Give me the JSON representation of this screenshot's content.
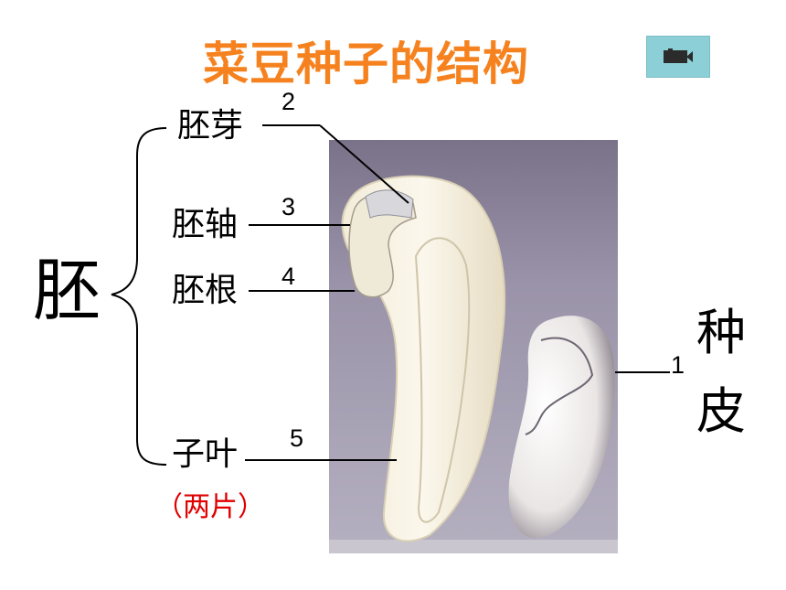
{
  "title": "菜豆种子的结构",
  "video_button": {
    "icon": "video-camera-icon",
    "color": "#8dcfd6"
  },
  "embryo_label": "胚",
  "parts": [
    {
      "label": "胚芽",
      "number": "2"
    },
    {
      "label": "胚轴",
      "number": "3"
    },
    {
      "label": "胚根",
      "number": "4"
    },
    {
      "label": "子叶",
      "number": "5"
    }
  ],
  "cotyledon_note": "（两片）",
  "seed_coat": {
    "label_line1": "种",
    "label_line2": "皮",
    "number": "1"
  },
  "colors": {
    "title": "#f5821f",
    "note": "#e00000",
    "photo_bg": "#8f87a1"
  }
}
